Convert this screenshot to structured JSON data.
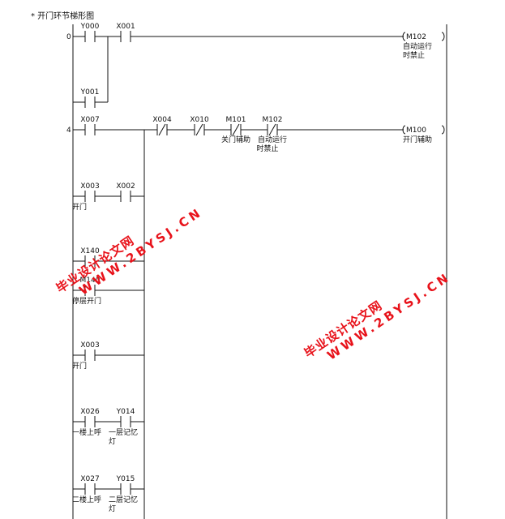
{
  "diagram": {
    "title": "*  开门环节梯形图",
    "rungs": [
      {
        "step": "0",
        "elements": [
          {
            "label": "Y000",
            "kind": "no",
            "comment": ""
          },
          {
            "label": "X001",
            "kind": "no",
            "comment": ""
          }
        ],
        "branches": [
          {
            "label": "Y001",
            "kind": "no",
            "comment": ""
          }
        ],
        "coil": {
          "label": "M102",
          "comment": [
            "自动运行",
            "时禁止"
          ]
        }
      },
      {
        "step": "4",
        "elements": [
          {
            "label": "X007",
            "kind": "no",
            "comment": ""
          },
          {
            "label": "X004",
            "kind": "nc",
            "comment": ""
          },
          {
            "label": "X010",
            "kind": "nc",
            "comment": ""
          },
          {
            "label": "M101",
            "kind": "nc",
            "comment": "关门辅助"
          },
          {
            "label": "M102",
            "kind": "nc",
            "comment": "自动运行\n时禁止"
          }
        ],
        "branches": [
          {
            "labels": [
              "X003",
              "X002"
            ],
            "comments": [
              "开门",
              ""
            ]
          },
          {
            "labels": [
              "X140"
            ],
            "comments": [
              ""
            ]
          },
          {
            "labels": [
              "M140"
            ],
            "comments": [
              "停层开门"
            ]
          },
          {
            "labels": [
              "X003"
            ],
            "comments": [
              "开门"
            ]
          },
          {
            "labels": [
              "X026",
              "Y014"
            ],
            "comments": [
              "一楼上呼",
              "一层记忆\n灯"
            ]
          },
          {
            "labels": [
              "X027",
              "Y015"
            ],
            "comments": [
              "二楼上呼",
              "二层记忆\n灯"
            ]
          }
        ],
        "coil": {
          "label": "M100",
          "comment": [
            "开门辅助"
          ]
        }
      }
    ]
  },
  "watermarks": [
    {
      "line1": "毕业设计论文网",
      "line2": "WWW.2BYSJ.CN"
    },
    {
      "line1": "毕业设计论文网",
      "line2": "WWW.2BYSJ.CN"
    }
  ],
  "colors": {
    "line": "#111111",
    "watermark": "#e8121a",
    "background": "#ffffff"
  }
}
